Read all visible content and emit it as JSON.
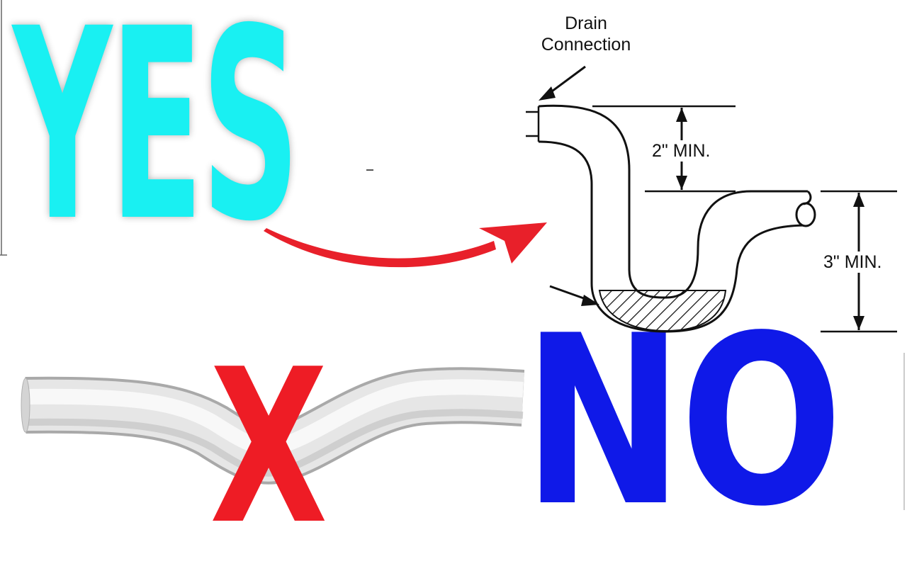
{
  "yes_label": "YES",
  "no_label": "NO",
  "x_mark": "X",
  "diagram": {
    "drain_connection_line1": "Drain",
    "drain_connection_line2": "Connection",
    "seal_2in": "2\" MIN.",
    "depth_3in": "3\" MIN."
  },
  "colors": {
    "yes": "#19f0f2",
    "no": "#0f19e8",
    "x_mark": "#ee1c25",
    "arrow": "#e8202a",
    "pipe": "#e9e9e9",
    "line": "#111111"
  },
  "icons": {
    "curved_arrow": "curved-arrow-icon",
    "sag_pipe": "sagging-pipe-icon",
    "x_mark": "x-mark-icon"
  }
}
